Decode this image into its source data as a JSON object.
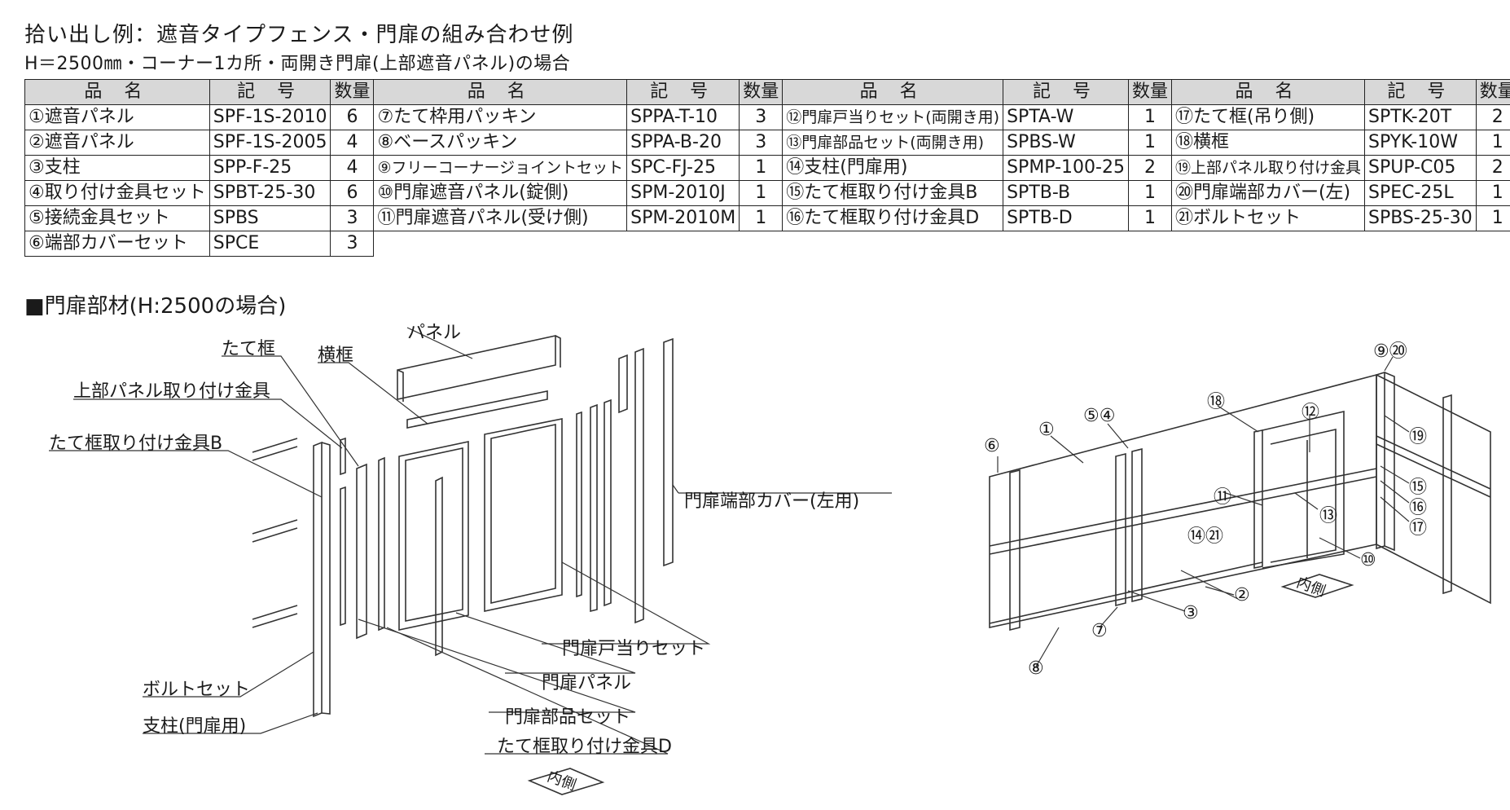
{
  "title": "拾い出し例：遮音タイプフェンス・門扉の組み合わせ例",
  "subtitle": "H＝2500㎜・コーナー1カ所・両開き門扉(上部遮音パネル)の場合",
  "table": {
    "headers": {
      "name": "品 名",
      "code": "記 号",
      "qty": "数量"
    },
    "rows": [
      [
        [
          "①遮音パネル",
          "SPF-1S-2010",
          "6"
        ],
        [
          "⑦たて枠用パッキン",
          "SPPA-T-10",
          "3"
        ],
        [
          "⑫門扉戸当りセット(両開き用)",
          "SPTA-W",
          "1"
        ],
        [
          "⑰たて框(吊り側)",
          "SPTK-20T",
          "2"
        ]
      ],
      [
        [
          "②遮音パネル",
          "SPF-1S-2005",
          "4"
        ],
        [
          "⑧ベースパッキン",
          "SPPA-B-20",
          "3"
        ],
        [
          "⑬門扉部品セット(両開き用)",
          "SPBS-W",
          "1"
        ],
        [
          "⑱横框",
          "SPYK-10W",
          "1"
        ]
      ],
      [
        [
          "③支柱",
          "SPP-F-25",
          "4"
        ],
        [
          "⑨フリーコーナージョイントセット",
          "SPC-FJ-25",
          "1"
        ],
        [
          "⑭支柱(門扉用)",
          "SPMP-100-25",
          "2"
        ],
        [
          "⑲上部パネル取り付け金具",
          "SPUP-C05",
          "2"
        ]
      ],
      [
        [
          "④取り付け金具セット",
          "SPBT-25-30",
          "6"
        ],
        [
          "⑩門扉遮音パネル(錠側)",
          "SPM-2010J",
          "1"
        ],
        [
          "⑮たて框取り付け金具B",
          "SPTB-B",
          "1"
        ],
        [
          "⑳門扉端部カバー(左)",
          "SPEC-25L",
          "1"
        ]
      ],
      [
        [
          "⑤接続金具セット",
          "SPBS",
          "3"
        ],
        [
          "⑪門扉遮音パネル(受け側)",
          "SPM-2010M",
          "1"
        ],
        [
          "⑯たて框取り付け金具D",
          "SPTB-D",
          "1"
        ],
        [
          "㉑ボルトセット",
          "SPBS-25-30",
          "1"
        ]
      ],
      [
        [
          "⑥端部カバーセット",
          "SPCE",
          "3"
        ]
      ]
    ]
  },
  "section_title": "■門扉部材(H:2500の場合)",
  "left_labels": {
    "tate_kamachi": "たて框",
    "yoko_kamachi": "横框",
    "panel": "パネル",
    "upper_bracket": "上部パネル取り付け金具",
    "tate_bracket_b": "たて框取り付け金具B",
    "end_cover": "門扉端部カバー(左用)",
    "door_stop": "門扉戸当りセット",
    "door_panel": "門扉パネル",
    "bolt_set": "ボルトセット",
    "door_parts": "門扉部品セット",
    "post": "支柱(門扉用)",
    "tate_bracket_d": "たて框取り付け金具D",
    "inside": "内側"
  },
  "right_labels": {
    "n6": "⑥",
    "n1": "①",
    "n5_4": "⑤④",
    "n18": "⑱",
    "n12": "⑫",
    "n9_20": "⑨⑳",
    "n19": "⑲",
    "n11": "⑪",
    "n13": "⑬",
    "n15": "⑮",
    "n16": "⑯",
    "n17": "⑰",
    "n14_21": "⑭㉑",
    "n10": "⑩",
    "n2": "②",
    "n3": "③",
    "n7": "⑦",
    "n8": "⑧",
    "inside": "内側"
  }
}
